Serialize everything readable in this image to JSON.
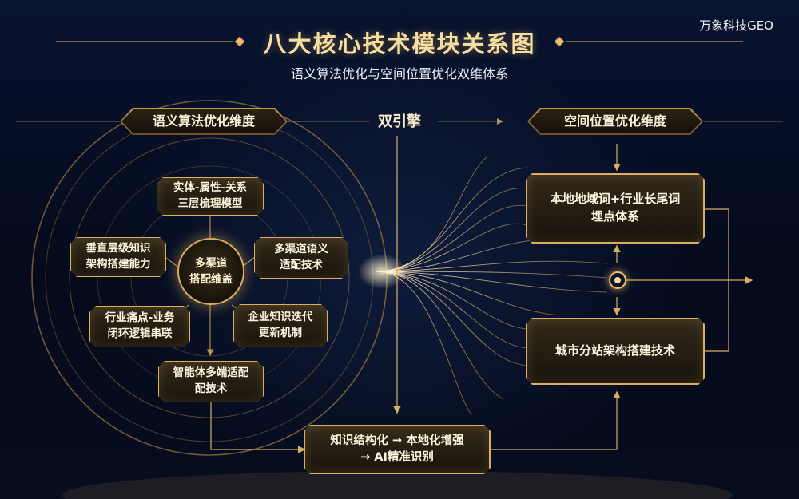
{
  "header": {
    "title": "八大核心技术模块关系图",
    "subtitle": "语义算法优化与空间位置优化双维体系",
    "brand": "万象科技GEO"
  },
  "dimensions": {
    "left": "语义算法优化维度",
    "center": "双引擎",
    "right": "空间位置优化维度"
  },
  "semantic": {
    "hub": [
      "多渠道",
      "搭配维盖"
    ],
    "modules": [
      [
        "实体-属性-关系",
        "三层梳理模型"
      ],
      [
        "垂直层级知识",
        "架构搭建能力"
      ],
      [
        "多渠道语义",
        "适配技术"
      ],
      [
        "行业痛点-业务",
        "闭环逻辑串联"
      ],
      [
        "企业知识迭代",
        "更新机制"
      ],
      [
        "智能体多端适配",
        "配技术"
      ]
    ]
  },
  "spatial": {
    "modules": [
      [
        "本地地域词+行业长尾词",
        "埋点体系"
      ],
      [
        "城市分站架构搭建技术"
      ]
    ]
  },
  "bottom": {
    "lines": [
      "知识结构化 → 本地化增强",
      "→ AI精准识别"
    ]
  },
  "colors": {
    "gold": "#d9ad62",
    "background": "#050b1c",
    "title": "#f6dda0"
  }
}
